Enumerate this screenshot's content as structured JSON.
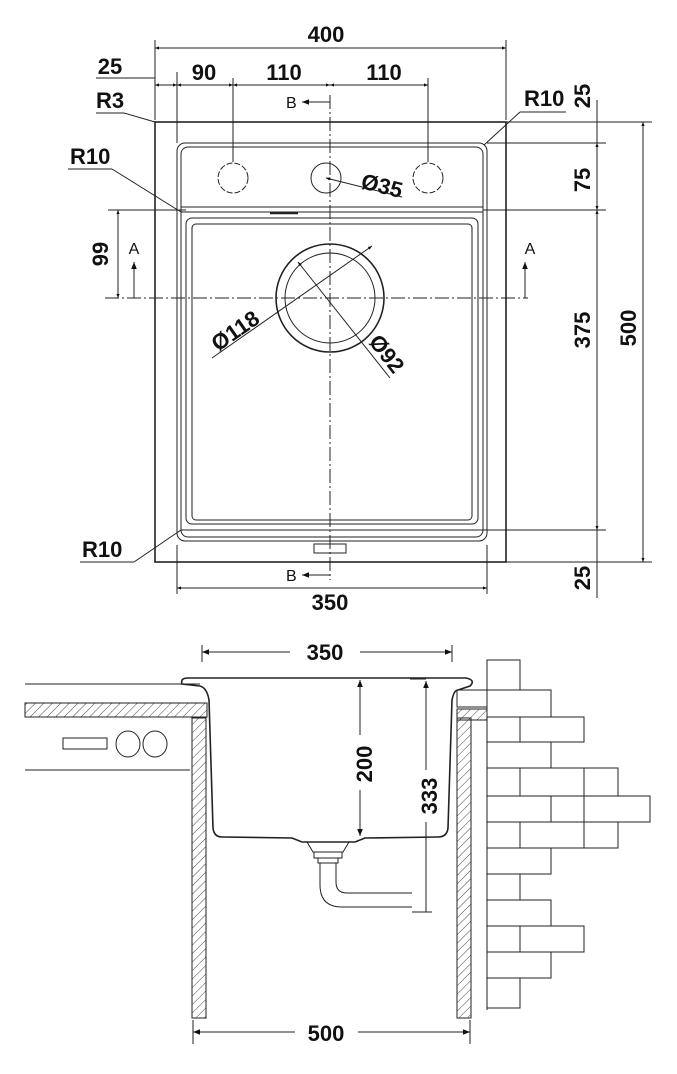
{
  "top_view": {
    "overall_width": "400",
    "offset_left": "25",
    "tap_hole_1": "90",
    "tap_hole_2": "110",
    "tap_hole_3": "110",
    "radius_outer": "R3",
    "radius_top_right": "R10",
    "radius_inner_left": "R10",
    "radius_bottom_left": "R10",
    "hole_diameter": "Ø35",
    "drain_outer": "Ø118",
    "drain_inner": "Ø92",
    "drain_offset": "99",
    "depth_top": "25",
    "depth_deck": "75",
    "depth_bowl": "375",
    "depth_bottom": "25",
    "overall_depth": "500",
    "bowl_width": "350",
    "section_a": "A",
    "section_b": "B"
  },
  "section_view": {
    "bowl_width": "350",
    "bowl_depth": "200",
    "total_depth": "333",
    "cabinet_width": "500"
  }
}
